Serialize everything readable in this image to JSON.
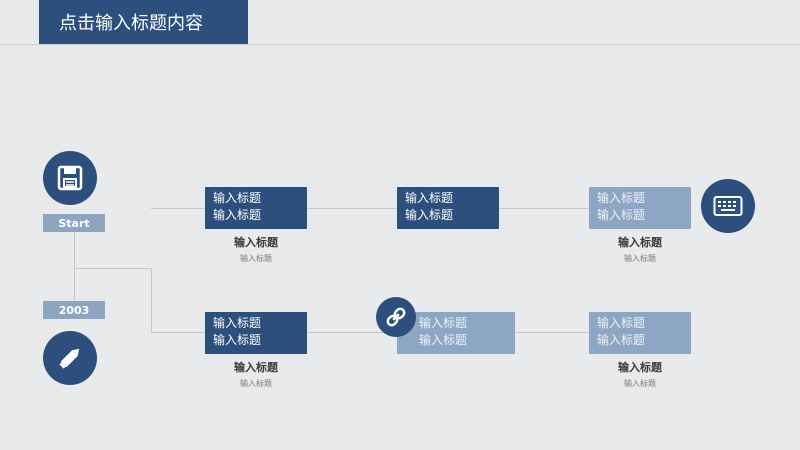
{
  "header": {
    "title": "点击输入标题内容"
  },
  "timeline": {
    "start_label": "Start",
    "year_label": "2003"
  },
  "row1": [
    {
      "line1": "输入标题",
      "line2": "输入标题",
      "caption": "输入标题",
      "sub": "输入标题"
    },
    {
      "line1": "输入标题",
      "line2": "输入标题"
    },
    {
      "line1": "输入标题",
      "line2": "输入标题",
      "caption": "输入标题",
      "sub": "输入标题"
    }
  ],
  "row2": [
    {
      "line1": "输入标题",
      "line2": "输入标题",
      "caption": "输入标题",
      "sub": "输入标题"
    },
    {
      "line1": "输入标题",
      "line2": "输入标题"
    },
    {
      "line1": "输入标题",
      "line2": "输入标题",
      "caption": "输入标题",
      "sub": "输入标题"
    }
  ],
  "colors": {
    "primary": "#2d4f7e",
    "light": "#8da6c3",
    "background": "#e9eaec"
  }
}
